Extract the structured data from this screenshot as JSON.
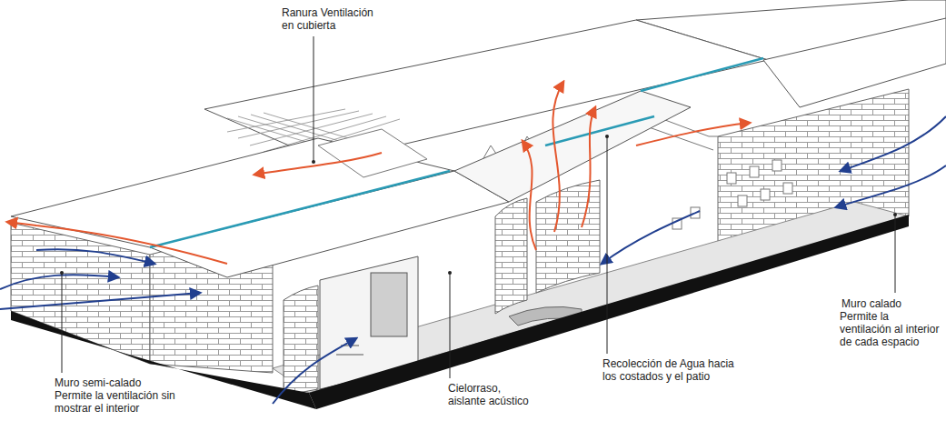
{
  "diagram": {
    "labels": [
      "Ranura Ventilación en cubierta",
      "Muro calado",
      "Permite la ventilación al interior de cada espacio",
      "Recolección de Agua hacia los costados y el patio",
      "Muro semi-calado",
      "Permite la ventilación sin mostrar el interior",
      "Cielorraso, aislante acústico"
    ]
  }
}
